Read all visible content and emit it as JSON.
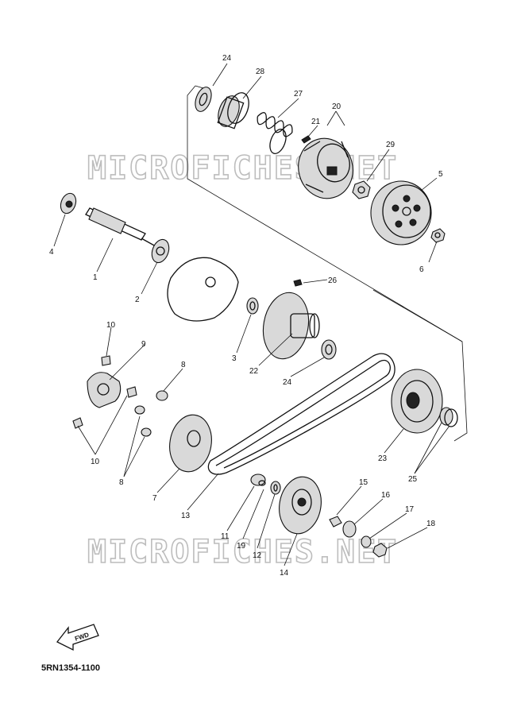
{
  "watermark": "MICROFICHES.NET",
  "diagram_code": "5RN1354-1100",
  "fwd_label": "FWD",
  "callouts": [
    "24",
    "28",
    "27",
    "20",
    "21",
    "29",
    "5",
    "6",
    "4",
    "1",
    "2",
    "26",
    "3",
    "22",
    "24",
    "10",
    "9",
    "8",
    "10",
    "8",
    "7",
    "13",
    "11",
    "19",
    "12",
    "14",
    "15",
    "16",
    "17",
    "18",
    "23",
    "25"
  ],
  "icons": [
    "fwd-arrow-icon"
  ]
}
